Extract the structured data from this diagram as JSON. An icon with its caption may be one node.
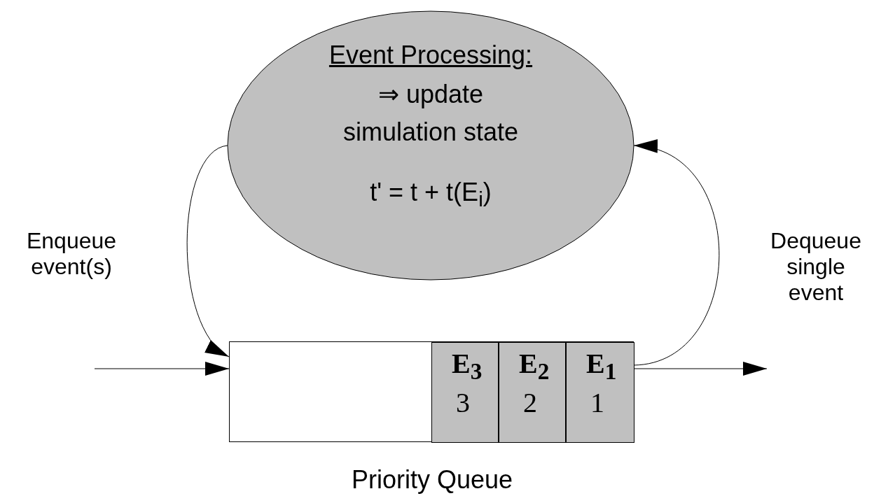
{
  "diagram": {
    "nodes": [
      {
        "text": [
          "Event Processing:",
          "⇒ update simulation state",
          "t' = t + t(E$_{i}$)"
        ]
      },
      {
        "text": [],
        "shape": "box",
        "beside": [
          "Priority Queue"
        ]
      },
      {
        "text": [
          "E$_{3}$",
          "3"
        ],
        "in": 1
      },
      {
        "text": [
          "E$_{2}$",
          "2"
        ],
        "in": 1
      },
      {
        "text": [
          "E$_{1}$",
          "1"
        ],
        "in": 1
      }
    ],
    "edges": [
      {
        "from": 0,
        "to": 1,
        "arrow": "to",
        "label": "Enqueue event(s)"
      },
      {
        "from": 1,
        "to": 0,
        "arrow": "to",
        "label": "Dequeue single event"
      },
      {
        "from": null,
        "to": 1,
        "arrow": "to"
      },
      {
        "from": 1,
        "to": null,
        "arrow": "to"
      }
    ]
  }
}
